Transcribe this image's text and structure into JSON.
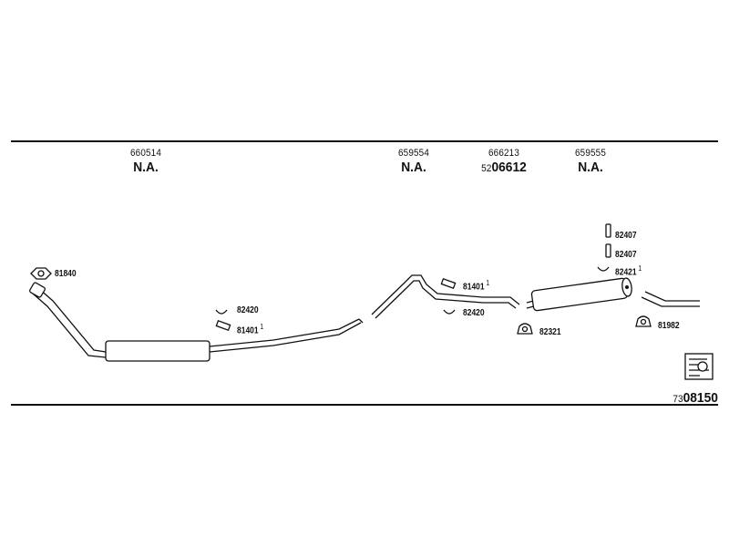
{
  "header_columns": [
    {
      "number": "660514",
      "code": "N.A."
    },
    {
      "number": "659554",
      "code": "N.A."
    },
    {
      "number": "666213",
      "code_prefix": "52",
      "code": "06612"
    },
    {
      "number": "659555",
      "code": "N.A."
    }
  ],
  "parts": [
    {
      "id": "81840"
    },
    {
      "id": "82420"
    },
    {
      "id": "81401",
      "superscript": "1"
    },
    {
      "id": "81401",
      "superscript": "1"
    },
    {
      "id": "82420"
    },
    {
      "id": "82321"
    },
    {
      "id": "82407"
    },
    {
      "id": "82407"
    },
    {
      "id": "82421",
      "superscript": "1"
    },
    {
      "id": "81982"
    }
  ],
  "reference": {
    "prefix": "73",
    "number": "08150"
  },
  "icons": [
    "flange-gasket-icon",
    "clamp-icon",
    "rubber-mount-icon",
    "hanger-icon",
    "catalog-book-icon"
  ]
}
